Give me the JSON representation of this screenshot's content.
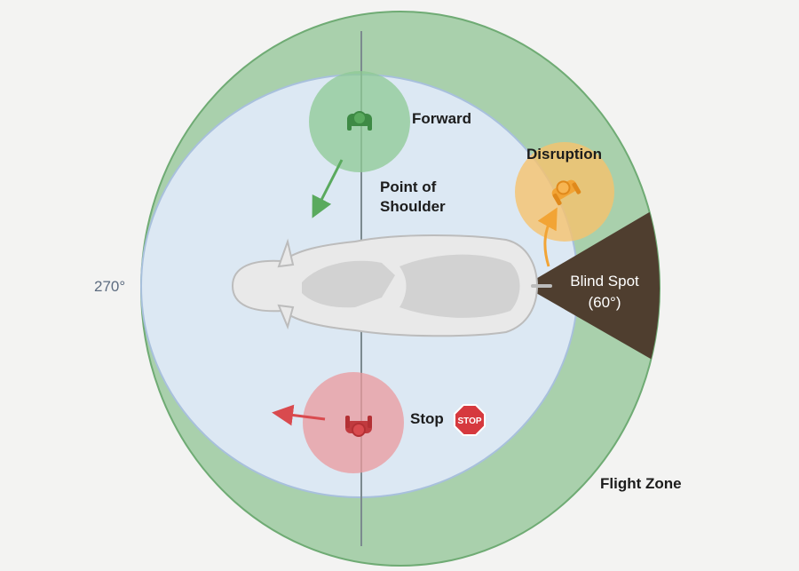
{
  "labels": {
    "forward": "Forward",
    "point_of_shoulder_line1": "Point of",
    "point_of_shoulder_line2": "Shoulder",
    "disruption": "Disruption",
    "blind_spot_line1": "Blind Spot",
    "blind_spot_line2": "(60°)",
    "angle_270": "270°",
    "stop": "Stop",
    "stop_sign": "STOP",
    "flight_zone": "Flight Zone"
  },
  "colors": {
    "background": "#f3f3f2",
    "flight_zone": "#a9d0ac",
    "inner_zone": "#dce8f3",
    "blind_spot": "#4f3e2f",
    "forward": "#5aaa5e",
    "disruption": "#f2a435",
    "stop": "#d94a4e",
    "cow": "#e9e9e9"
  },
  "icons": {
    "handler": "person-icon",
    "stop_sign": "stop-sign-icon"
  }
}
